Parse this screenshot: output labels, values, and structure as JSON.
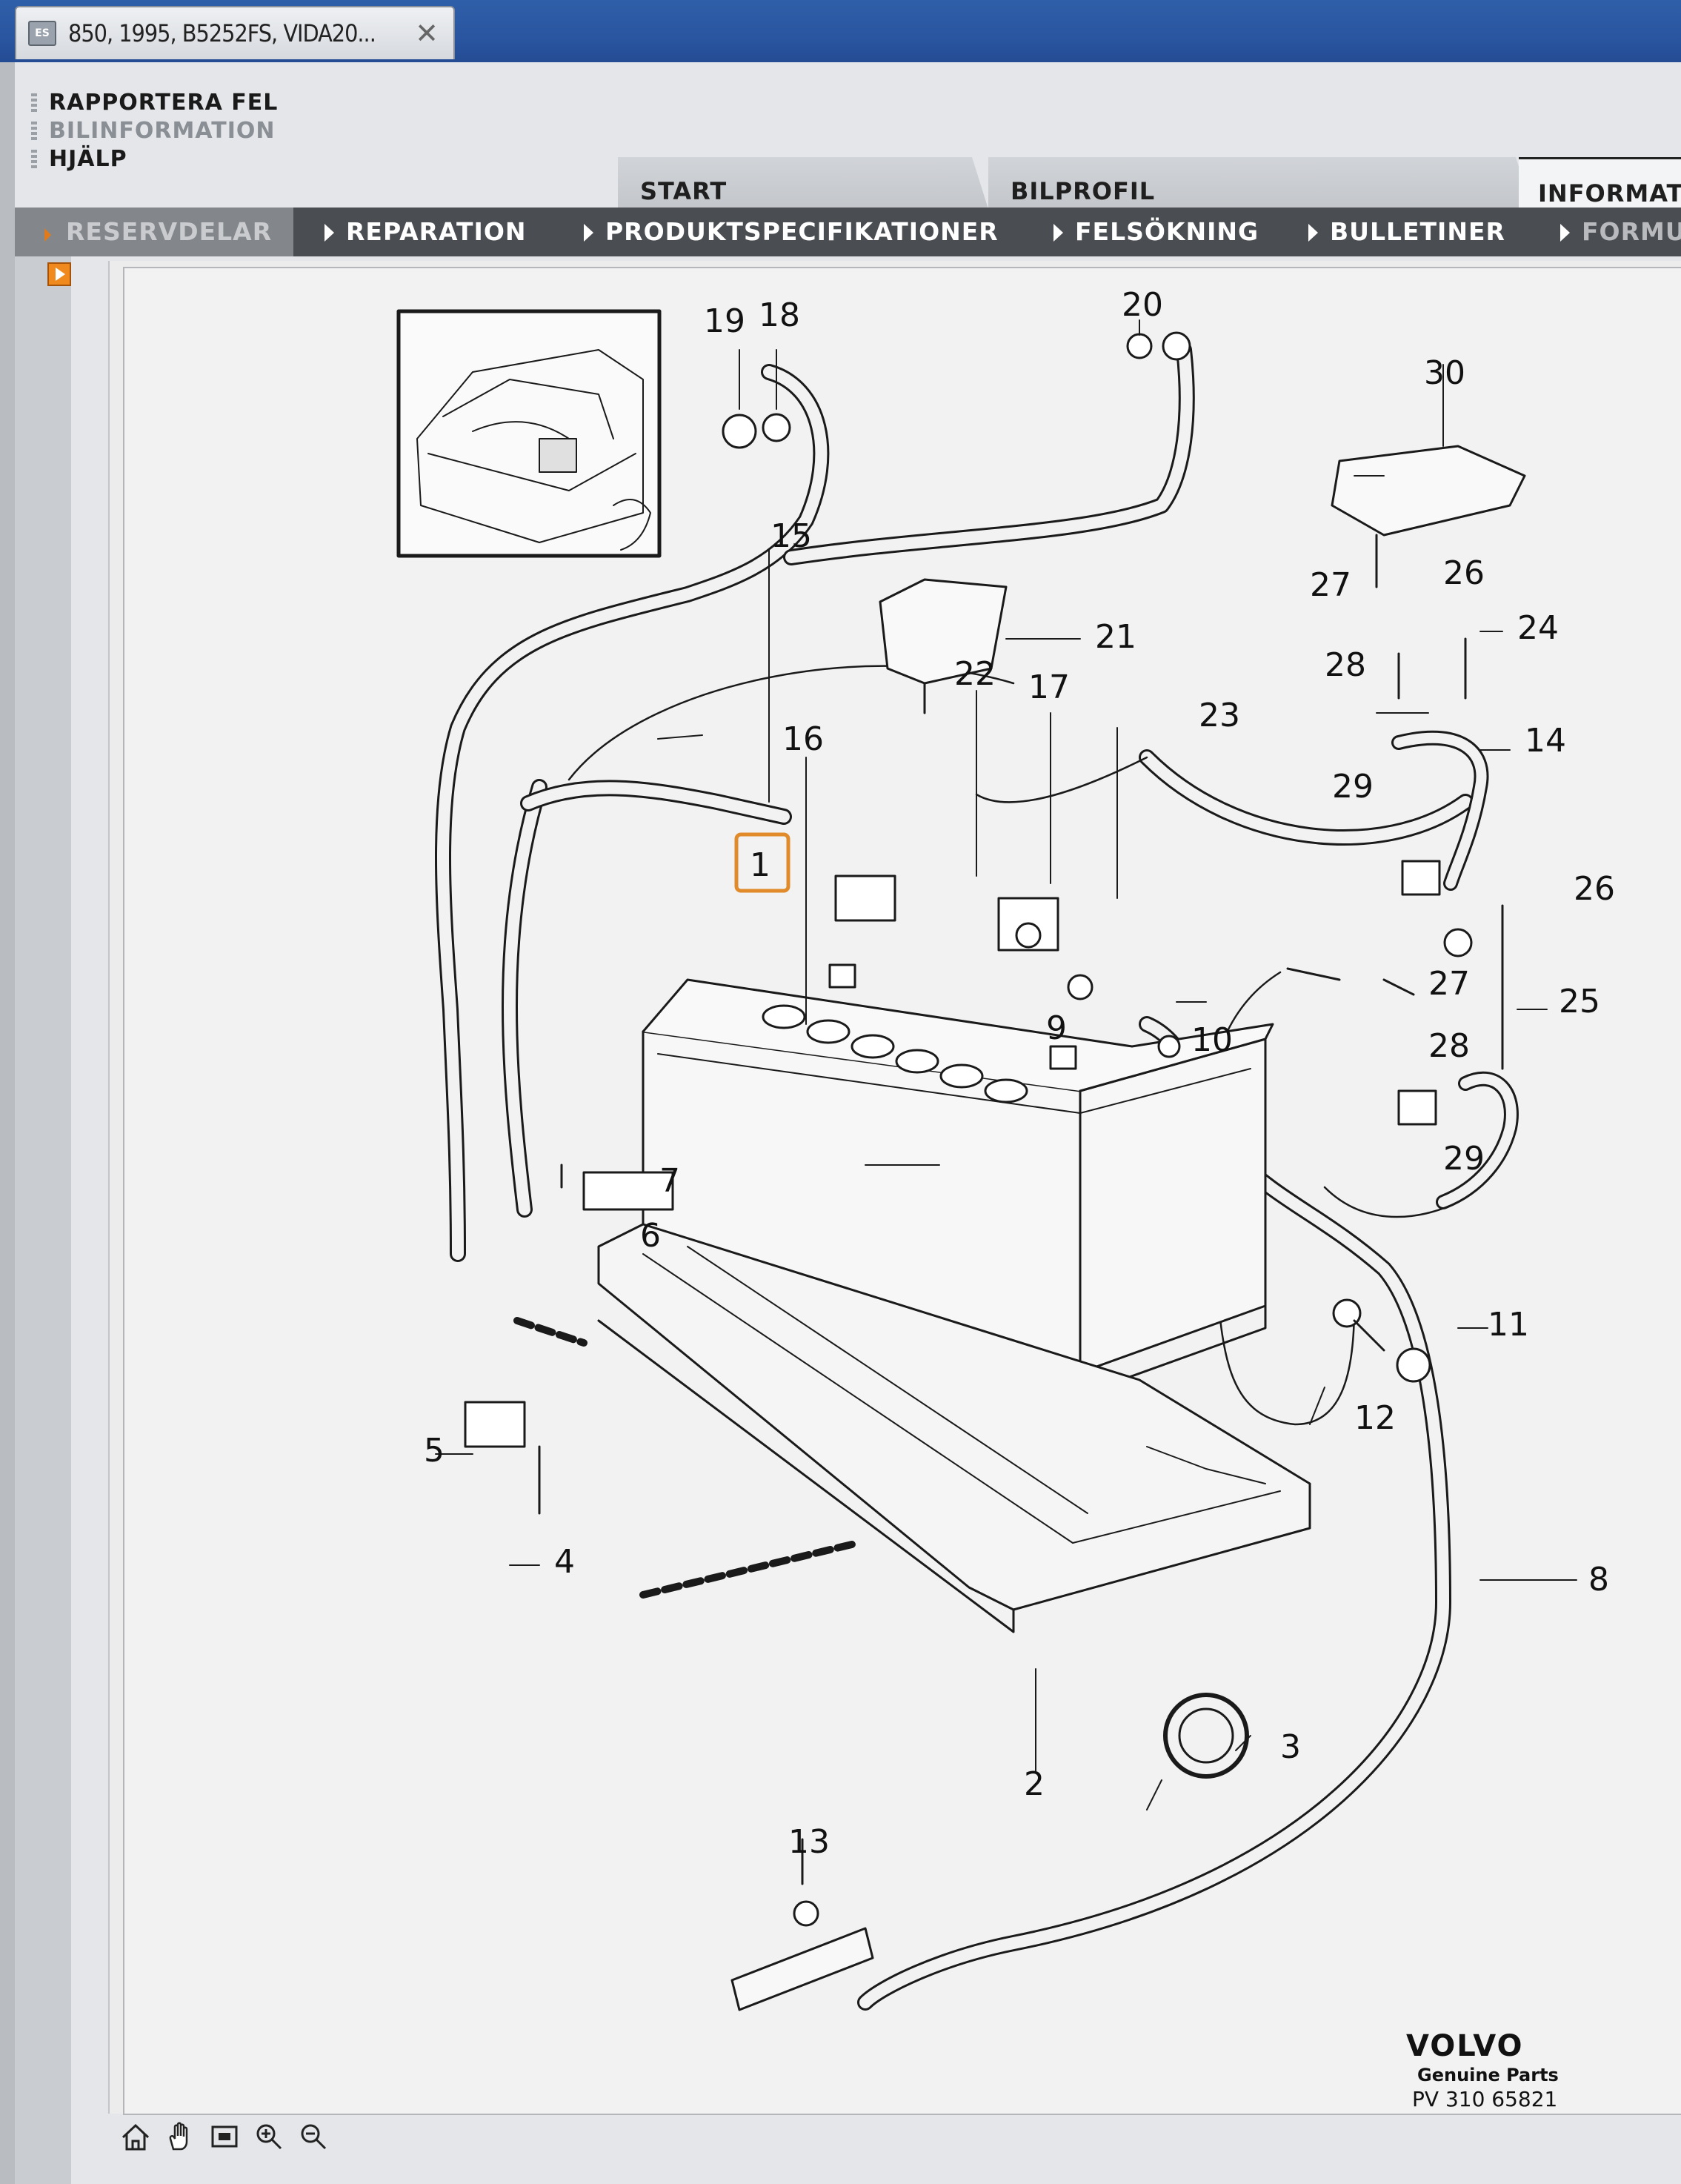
{
  "window": {
    "tab_title": "850, 1995, B5252FS, VIDA20...",
    "tab_close": "✕",
    "tab_icon_text": "ES"
  },
  "top_links": [
    "RAPPORTERA FEL",
    "BILINFORMATION",
    "HJÄLP"
  ],
  "main_tabs": {
    "start": "START",
    "bilprofil": "BILPROFIL",
    "informat": "INFORMAT"
  },
  "nav": {
    "reservdelar": "RESERVDELAR",
    "reparation": "REPARATION",
    "produktspecifikationer": "PRODUKTSPECIFIKATIONER",
    "felsokning": "FELSÖKNING",
    "bulletiner": "BULLETINER",
    "formul": "FORMUL"
  },
  "diagram": {
    "brand": "VOLVO",
    "subtitle": "Genuine Parts",
    "code": "PV 310 65821",
    "selected_part": "1",
    "part_labels": [
      "1",
      "2",
      "3",
      "4",
      "5",
      "6",
      "7",
      "8",
      "9",
      "10",
      "11",
      "12",
      "13",
      "14",
      "15",
      "16",
      "17",
      "18",
      "19",
      "20",
      "21",
      "22",
      "23",
      "24",
      "25",
      "26",
      "26",
      "27",
      "27",
      "28",
      "28",
      "29",
      "29",
      "30"
    ]
  },
  "toolbar": [
    "home-icon",
    "pan-hand-icon",
    "fit-window-icon",
    "zoom-in-icon",
    "zoom-out-icon"
  ],
  "colors": {
    "titlebar": "#2a55a0",
    "navbar": "#4a4d52",
    "accent": "#f08a1e",
    "selection": "#e08a2a"
  }
}
